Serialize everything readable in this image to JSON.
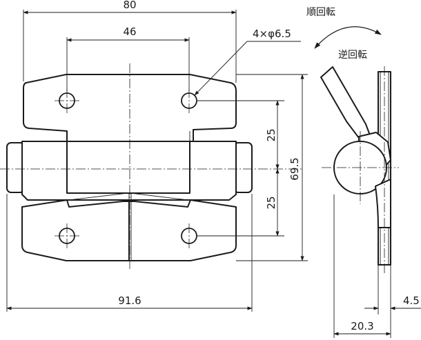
{
  "dimensions": {
    "top_width": "80",
    "hole_spacing": "46",
    "hole_callout": "4×φ6.5",
    "upper_pitch": "25",
    "lower_pitch": "25",
    "overall_height": "69.5",
    "overall_width": "91.6",
    "side_thickness": "4.5",
    "side_depth": "20.3"
  },
  "rotation": {
    "forward": "順回転",
    "reverse": "逆回転"
  },
  "colors": {
    "line": "#1a1a1a",
    "background": "#ffffff"
  }
}
